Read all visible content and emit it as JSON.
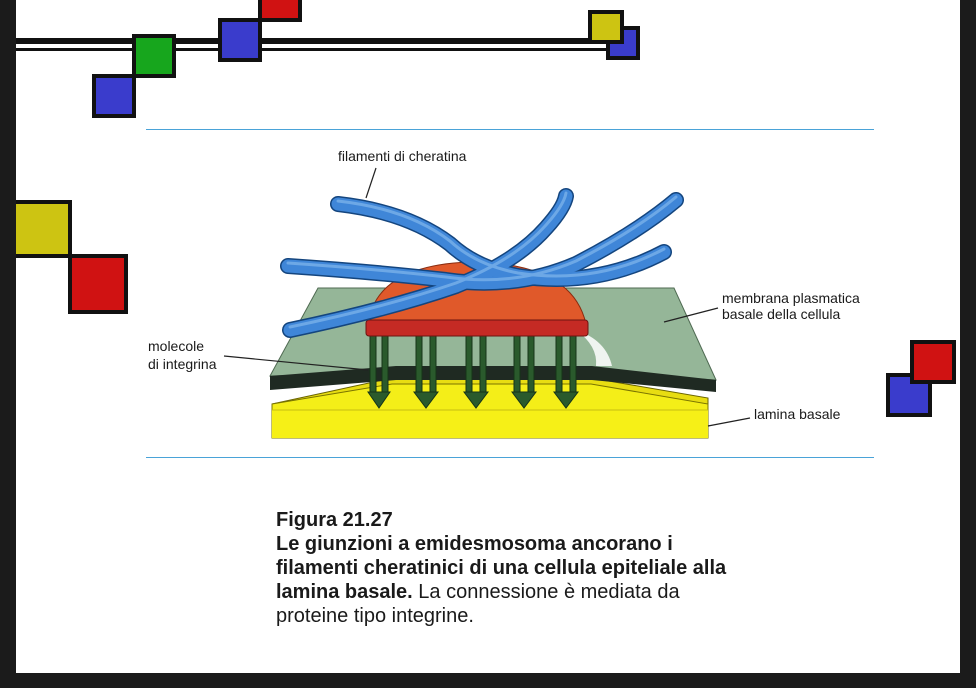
{
  "labels": {
    "keratin": "filamenti di cheratina",
    "membrane_line1": "membrana plasmatica",
    "membrane_line2": "basale della cellula",
    "integrin_line1": "molecole",
    "integrin_line2": "di integrina",
    "lamina": "lamina basale"
  },
  "caption": {
    "figure": "Figura 21.27",
    "bold_text": "Le giunzioni a emidesmosoma ancorano i filamenti cheratinici di una cellula epiteliale alla lamina basale.",
    "plain_text": " La connessione è mediata da proteine tipo integrine."
  },
  "colors": {
    "keratin": "#3f86d8",
    "plaque": "#e0592a",
    "plaque_base": "#c52a24",
    "membrane": "#93b496",
    "lamina": "#f2ea12",
    "integrin": "#2a5a2c",
    "deco_red": "#d01212",
    "deco_green": "#17a61d",
    "deco_blue": "#3a3ccc",
    "deco_yellow": "#cdc412",
    "rule": "#4aa3d8"
  }
}
